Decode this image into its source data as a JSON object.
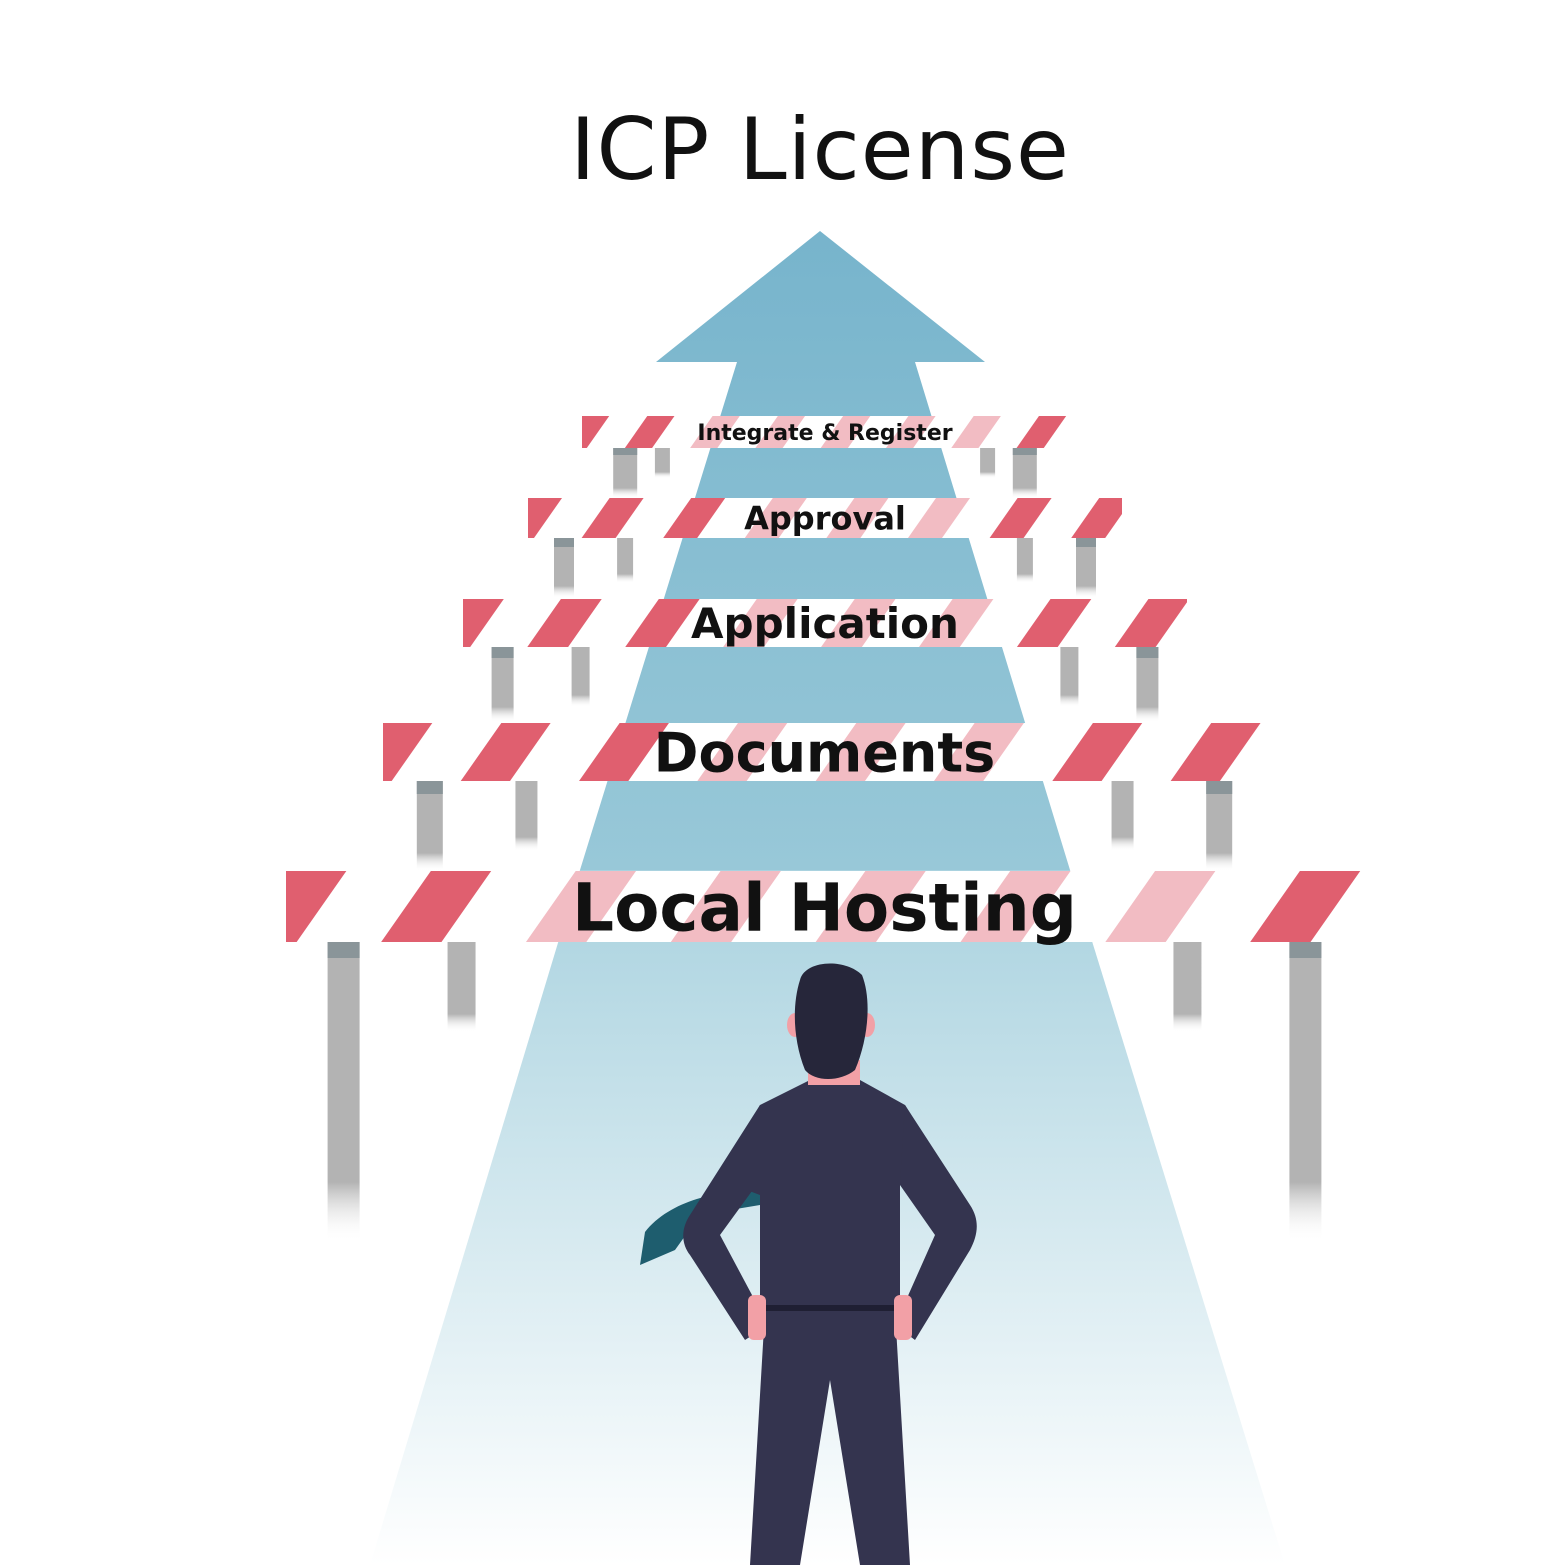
{
  "title": "ICP License",
  "colors": {
    "stripe": "#e05f6f",
    "stripe_light": "#f2bcc3",
    "road": "#a9d2df",
    "arrow": "#7ab8cf",
    "post": "#b3b3b3",
    "post_cap": "#8a9599",
    "suit": "#34344f",
    "hair": "#26263a",
    "skin": "#f2a0a6",
    "folder": "#1e5d6e"
  },
  "steps": [
    {
      "label": "Integrate & Register",
      "order": 5
    },
    {
      "label": "Approval",
      "order": 4
    },
    {
      "label": "Application",
      "order": 3
    },
    {
      "label": "Documents",
      "order": 2
    },
    {
      "label": "Local Hosting",
      "order": 1
    }
  ],
  "icons": {
    "person": "businessman-from-behind",
    "goal": "up-arrow",
    "obstacle": "striped-barrier"
  }
}
